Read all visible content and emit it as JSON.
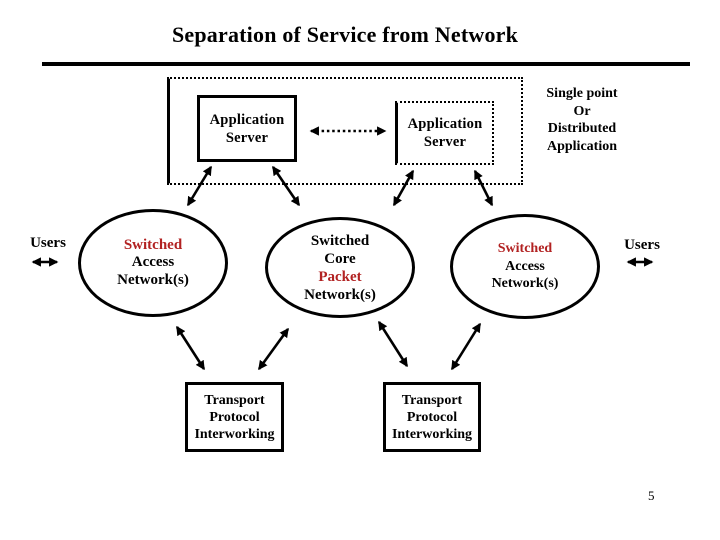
{
  "slide": {
    "title": "Separation of Service from Network",
    "page_number": "5"
  },
  "colors": {
    "highlight_red": "#B22222",
    "ink_black": "#000000"
  },
  "service_layer": {
    "app_server_left": {
      "line1": "Application",
      "line2": "Server"
    },
    "app_server_right": {
      "line1": "Application",
      "line2": "Server"
    },
    "annotation": {
      "line1": "Single point",
      "line2": "Or",
      "line3": "Distributed",
      "line4": "Application"
    }
  },
  "network_layer": {
    "users_left": "Users",
    "users_right": "Users",
    "access_network_left": {
      "line1": "Switched",
      "line2": "Access",
      "line3": "Network(s)",
      "line1_color": "#B22222"
    },
    "core_network": {
      "line1": "Switched",
      "line2": "Core",
      "line3": "Packet",
      "line4": "Network(s)",
      "line3_color": "#B22222"
    },
    "access_network_right": {
      "line1": "Switched",
      "line2": "Access",
      "line3": "Network(s)",
      "line1_color": "#B22222"
    }
  },
  "transport_layer": {
    "interworking_left": {
      "line1": "Transport",
      "line2": "Protocol",
      "line3": "Interworking"
    },
    "interworking_right": {
      "line1": "Transport",
      "line2": "Protocol",
      "line3": "Interworking"
    }
  }
}
